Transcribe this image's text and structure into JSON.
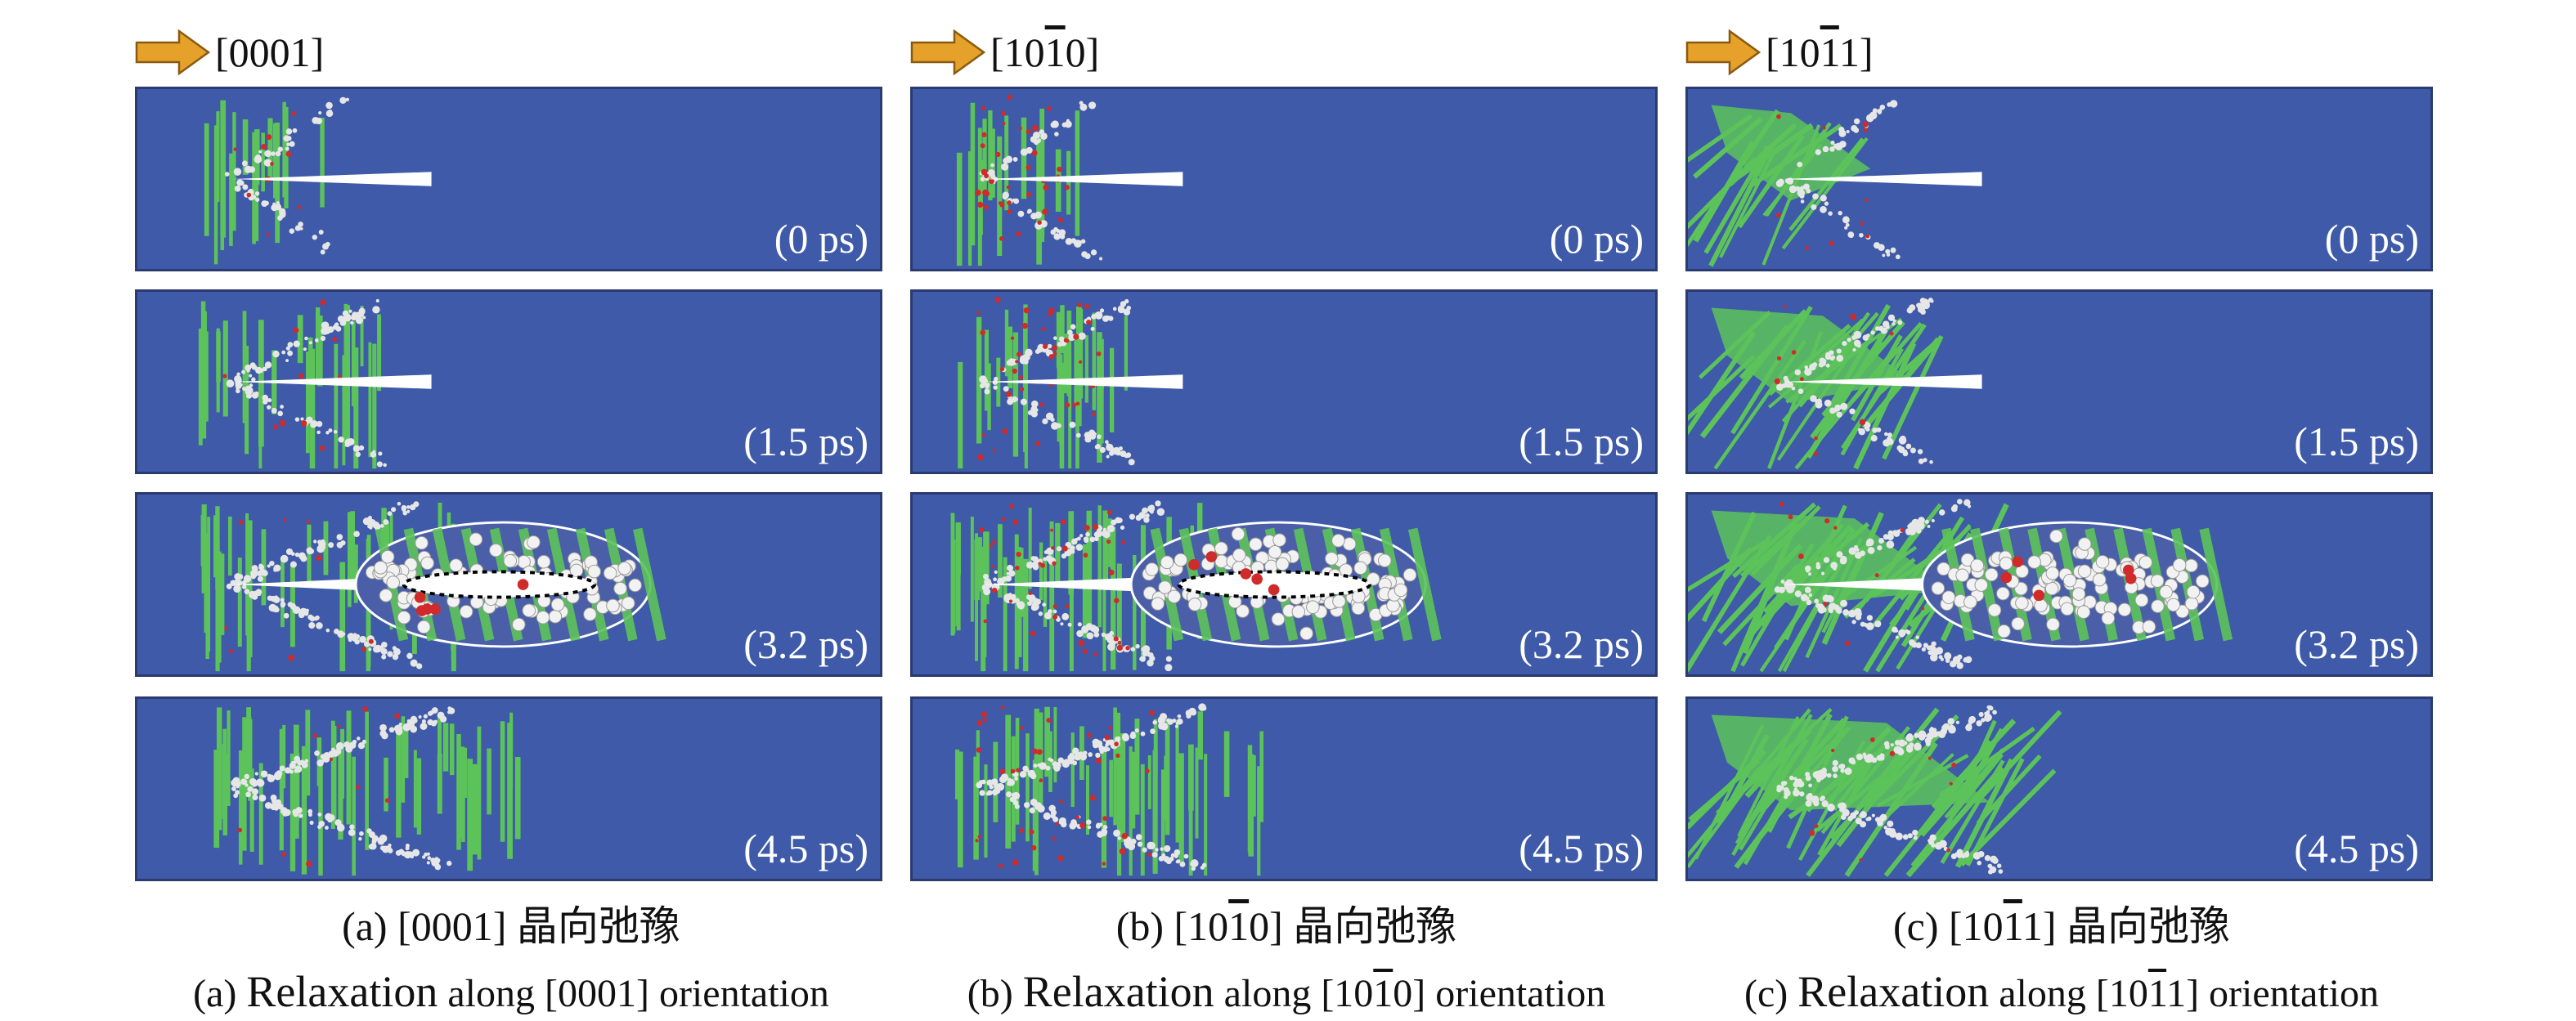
{
  "colors": {
    "background": "#3e5aa8",
    "green": "#5cc35a",
    "atom": "#e6e6e6",
    "red": "#d12a2a",
    "arrow": "#e5a12a"
  },
  "columns": [
    {
      "orientation_label": "[0001]",
      "times": [
        "(0 ps)",
        "(1.5 ps)",
        "(3.2 ps)",
        "(4.5 ps)"
      ],
      "caption_zh": "(a) [0001] 晶向弛豫",
      "caption_en": {
        "prefix": "(a) ",
        "word": "Relaxation",
        "rest": " along [0001] orientation"
      }
    },
    {
      "orientation_label": "[10Ā0]",
      "times": [
        "(0 ps)",
        "(1.5 ps)",
        "(3.2 ps)",
        "(4.5 ps)"
      ],
      "caption_zh": "(b) [10Ā0] 晶向弛豫",
      "caption_en": {
        "prefix": "(b) ",
        "word": "Relaxation",
        "rest": " along [10Ā0] orientation"
      }
    },
    {
      "orientation_label": "[10Ā1]",
      "times": [
        "(0 ps)",
        "(1.5 ps)",
        "(3.2 ps)",
        "(4.5 ps)"
      ],
      "caption_zh": "(c) [10Ā1] 晶向弛豫",
      "caption_en": {
        "prefix": "(c) ",
        "word": "Relaxation",
        "rest": " along [10Ā1] orientation"
      }
    }
  ]
}
